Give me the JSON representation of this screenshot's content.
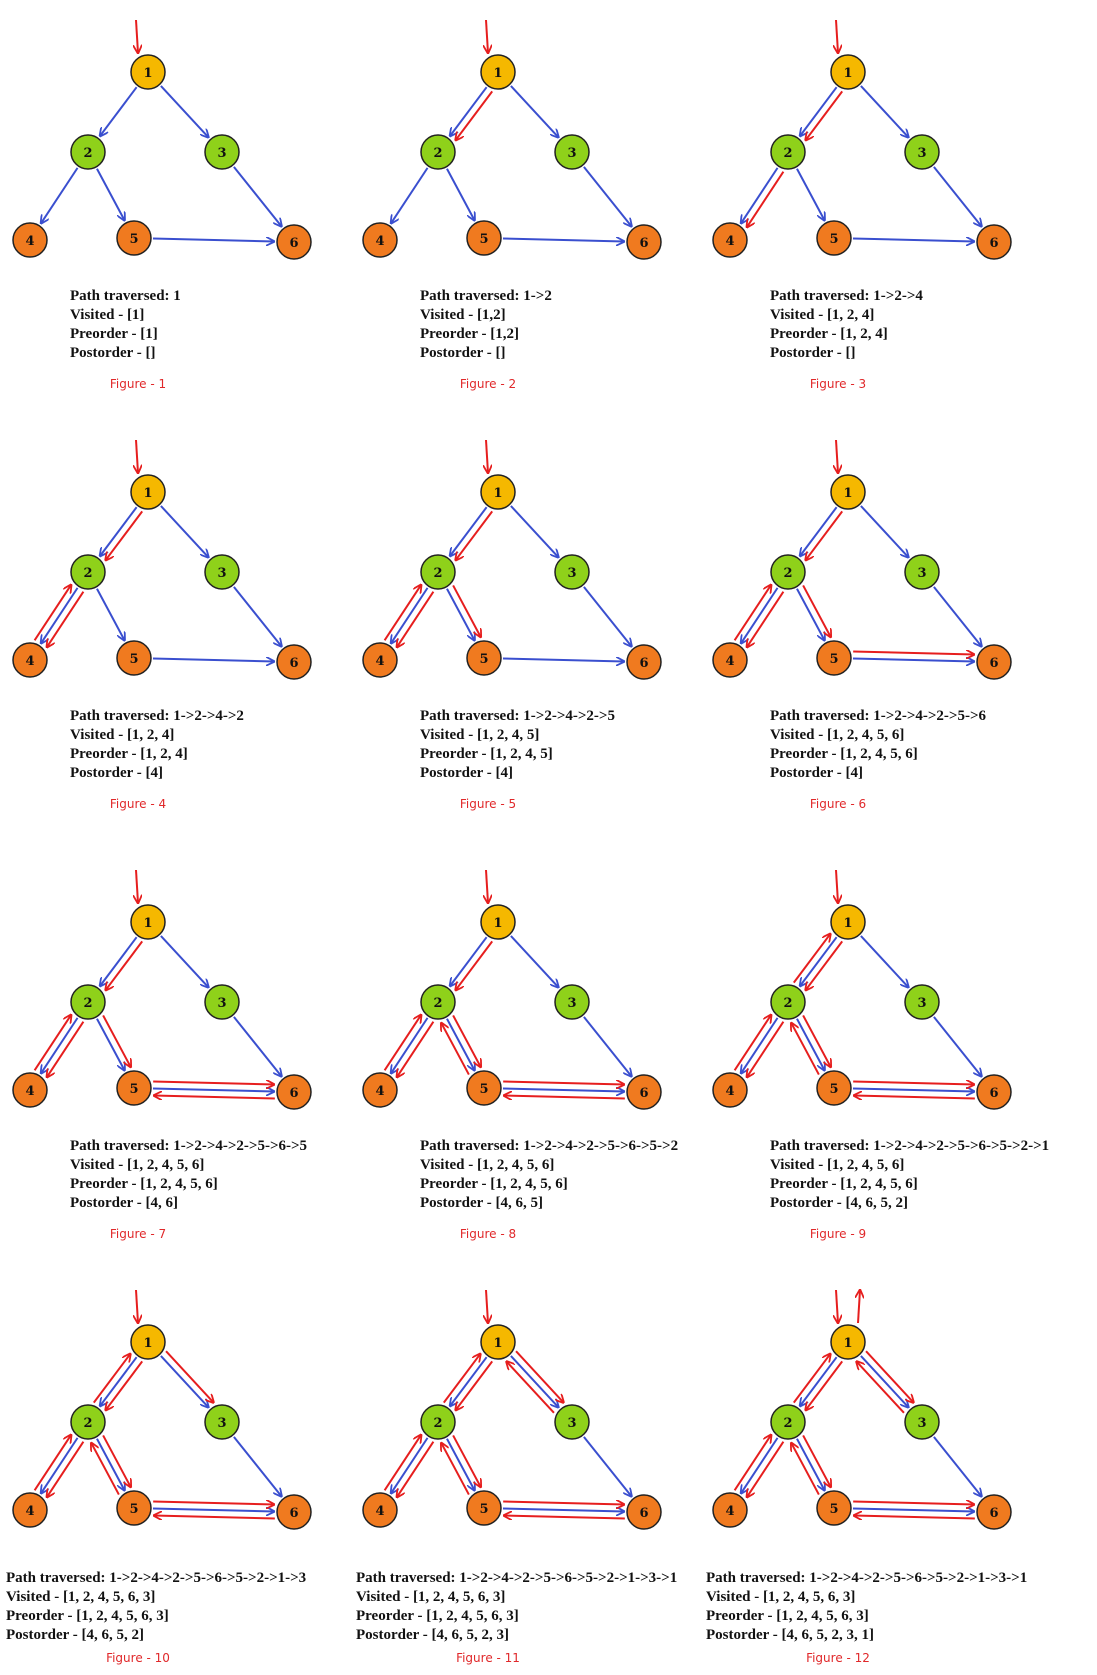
{
  "colors": {
    "edge": "#3a4fcf",
    "path": "#e61e1e",
    "node_root": "#f5b800",
    "node_mid": "#8fd11a",
    "node_leaf": "#f07a1f",
    "caption": "#e0282a"
  },
  "nodes": [
    {
      "id": 1,
      "label": "1",
      "level": "root"
    },
    {
      "id": 2,
      "label": "2",
      "level": "mid"
    },
    {
      "id": 3,
      "label": "3",
      "level": "mid"
    },
    {
      "id": 4,
      "label": "4",
      "level": "leaf"
    },
    {
      "id": 5,
      "label": "5",
      "level": "leaf"
    },
    {
      "id": 6,
      "label": "6",
      "level": "leaf"
    }
  ],
  "edges": [
    [
      1,
      2
    ],
    [
      1,
      3
    ],
    [
      2,
      4
    ],
    [
      2,
      5
    ],
    [
      5,
      6
    ],
    [
      3,
      6
    ]
  ],
  "figures": [
    {
      "caption": "Figure - 1",
      "path": "1",
      "visited": "[1]",
      "preorder": "[1]",
      "postorder": "[]",
      "steps": [],
      "exit": false
    },
    {
      "caption": "Figure - 2",
      "path": "1->2",
      "visited": "[1,2]",
      "preorder": "[1,2]",
      "postorder": "[]",
      "steps": [
        [
          1,
          2
        ]
      ],
      "exit": false
    },
    {
      "caption": "Figure - 3",
      "path": "1->2->4",
      "visited": "[1, 2, 4]",
      "preorder": "[1, 2, 4]",
      "postorder": "[]",
      "steps": [
        [
          1,
          2
        ],
        [
          2,
          4
        ]
      ],
      "exit": false
    },
    {
      "caption": "Figure - 4",
      "path": "1->2->4->2",
      "visited": "[1, 2, 4]",
      "preorder": "[1, 2, 4]",
      "postorder": "[4]",
      "steps": [
        [
          1,
          2
        ],
        [
          2,
          4
        ],
        [
          4,
          2
        ]
      ],
      "exit": false
    },
    {
      "caption": "Figure - 5",
      "path": "1->2->4->2->5",
      "visited": "[1, 2, 4, 5]",
      "preorder": "[1, 2, 4, 5]",
      "postorder": "[4]",
      "steps": [
        [
          1,
          2
        ],
        [
          2,
          4
        ],
        [
          4,
          2
        ],
        [
          2,
          5
        ]
      ],
      "exit": false
    },
    {
      "caption": "Figure - 6",
      "path": "1->2->4->2->5->6",
      "visited": "[1, 2, 4, 5, 6]",
      "preorder": "[1, 2, 4, 5, 6]",
      "postorder": "[4]",
      "steps": [
        [
          1,
          2
        ],
        [
          2,
          4
        ],
        [
          4,
          2
        ],
        [
          2,
          5
        ],
        [
          5,
          6
        ]
      ],
      "exit": false
    },
    {
      "caption": "Figure - 7",
      "path": "1->2->4->2->5->6->5",
      "visited": "[1, 2, 4, 5, 6]",
      "preorder": "[1, 2, 4, 5, 6]",
      "postorder": "[4, 6]",
      "steps": [
        [
          1,
          2
        ],
        [
          2,
          4
        ],
        [
          4,
          2
        ],
        [
          2,
          5
        ],
        [
          5,
          6
        ],
        [
          6,
          5
        ]
      ],
      "exit": false
    },
    {
      "caption": "Figure - 8",
      "path": "1->2->4->2->5->6->5->2",
      "visited": "[1, 2, 4, 5, 6]",
      "preorder": "[1, 2, 4, 5, 6]",
      "postorder": "[4, 6, 5]",
      "steps": [
        [
          1,
          2
        ],
        [
          2,
          4
        ],
        [
          4,
          2
        ],
        [
          2,
          5
        ],
        [
          5,
          6
        ],
        [
          6,
          5
        ],
        [
          5,
          2
        ]
      ],
      "exit": false
    },
    {
      "caption": "Figure - 9",
      "path": "1->2->4->2->5->6->5->2->1",
      "visited": "[1, 2, 4, 5, 6]",
      "preorder": "[1, 2, 4, 5, 6]",
      "postorder": "[4, 6, 5, 2]",
      "steps": [
        [
          1,
          2
        ],
        [
          2,
          4
        ],
        [
          4,
          2
        ],
        [
          2,
          5
        ],
        [
          5,
          6
        ],
        [
          6,
          5
        ],
        [
          5,
          2
        ],
        [
          2,
          1
        ]
      ],
      "exit": false
    },
    {
      "caption": "Figure - 10",
      "path": "1->2->4->2->5->6->5->2->1->3",
      "visited": "[1, 2, 4, 5, 6, 3]",
      "preorder": "[1, 2, 4, 5, 6, 3]",
      "postorder": "[4, 6, 5, 2]",
      "steps": [
        [
          1,
          2
        ],
        [
          2,
          4
        ],
        [
          4,
          2
        ],
        [
          2,
          5
        ],
        [
          5,
          6
        ],
        [
          6,
          5
        ],
        [
          5,
          2
        ],
        [
          2,
          1
        ],
        [
          1,
          3
        ]
      ],
      "exit": false
    },
    {
      "caption": "Figure - 11",
      "path": "1->2->4->2->5->6->5->2->1->3->1",
      "visited": "[1, 2, 4, 5, 6, 3]",
      "preorder": "[1, 2, 4, 5, 6, 3]",
      "postorder": "[4, 6, 5, 2, 3]",
      "steps": [
        [
          1,
          2
        ],
        [
          2,
          4
        ],
        [
          4,
          2
        ],
        [
          2,
          5
        ],
        [
          5,
          6
        ],
        [
          6,
          5
        ],
        [
          5,
          2
        ],
        [
          2,
          1
        ],
        [
          1,
          3
        ],
        [
          3,
          1
        ]
      ],
      "exit": false
    },
    {
      "caption": "Figure - 12",
      "path": "1->2->4->2->5->6->5->2->1->3->1",
      "visited": "[1, 2, 4, 5, 6, 3]",
      "preorder": "[1, 2, 4, 5, 6, 3]",
      "postorder": "[4, 6, 5, 2, 3, 1]",
      "steps": [
        [
          1,
          2
        ],
        [
          2,
          4
        ],
        [
          4,
          2
        ],
        [
          2,
          5
        ],
        [
          5,
          6
        ],
        [
          6,
          5
        ],
        [
          5,
          2
        ],
        [
          2,
          1
        ],
        [
          1,
          3
        ],
        [
          3,
          1
        ]
      ],
      "exit": true
    }
  ],
  "labels": {
    "path": "Path traversed:",
    "visited": "Visited -",
    "preorder": "Preorder -",
    "postorder": "Postorder -"
  }
}
